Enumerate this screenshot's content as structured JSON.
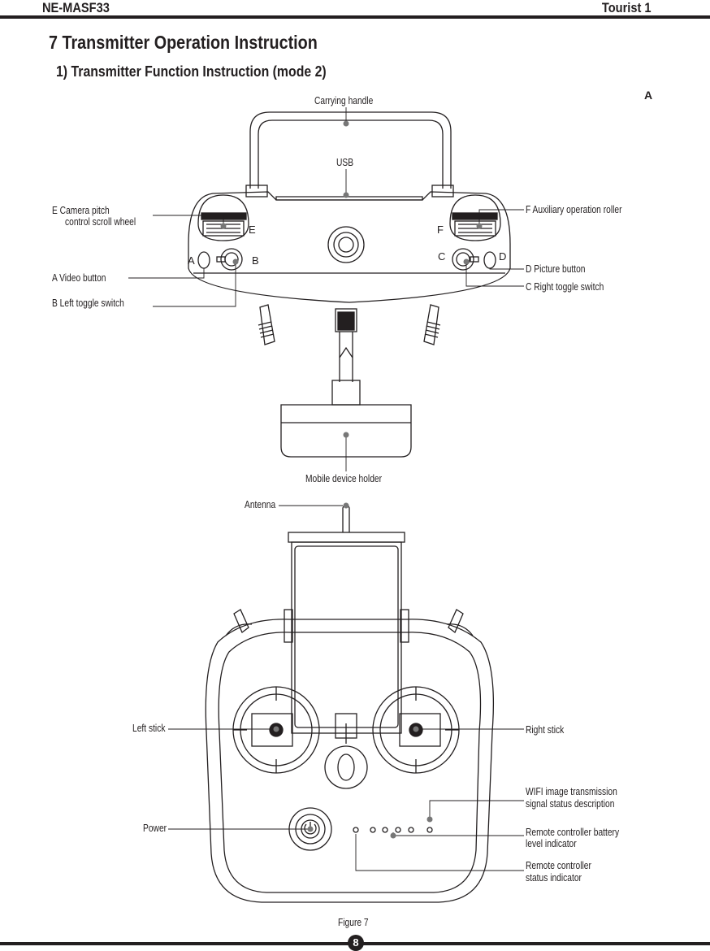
{
  "header": {
    "model": "NE-MASF33",
    "product": "Tourist 1"
  },
  "section": {
    "title": "7 Transmitter Operation Instruction",
    "subtitle": "1) Transmitter Function Instruction (mode 2)",
    "corner_mark": "A"
  },
  "top_view": {
    "labels": {
      "carrying_handle": "Carrying handle",
      "usb": "USB",
      "camera_pitch_line1": "E Camera pitch",
      "camera_pitch_line2": "control scroll wheel",
      "aux_roller": "F Auxiliary operation roller",
      "video_button": "A  Video button",
      "picture_button": "D Picture button",
      "left_toggle": "B Left toggle switch",
      "right_toggle": "C Right toggle switch",
      "mobile_holder": "Mobile device holder"
    },
    "letters": {
      "a": "A",
      "b": "B",
      "c": "C",
      "d": "D",
      "e": "E",
      "f": "F"
    }
  },
  "front_view": {
    "labels": {
      "antenna": "Antenna",
      "left_stick": "Left stick",
      "right_stick": "Right stick",
      "power": "Power",
      "wifi_line1": "WIFI image transmission",
      "wifi_line2": "signal status description",
      "battery_line1": "Remote controller battery",
      "battery_line2": "level indicator",
      "status_line1": "Remote controller",
      "status_line2": "status indicator"
    }
  },
  "figure_caption": "Figure 7",
  "page_number": "8"
}
